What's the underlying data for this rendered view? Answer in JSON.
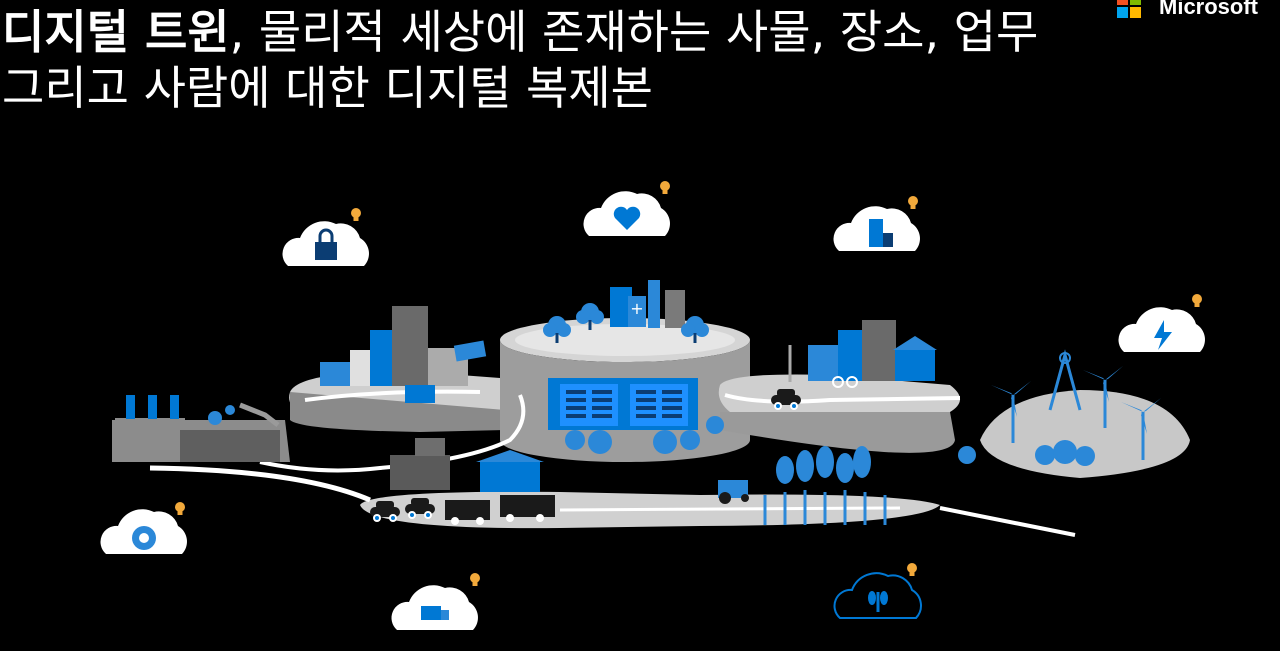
{
  "slide": {
    "title_bold": "디지털 트윈",
    "title_line1_rest": ", 물리적 세상에 존재하는 사물, 장소, 업무",
    "title_line2": "그리고 사람에 대한 디지털 복제본"
  },
  "brand": {
    "name": "Microsoft",
    "colors": [
      "#f25022",
      "#7fba00",
      "#00a4ef",
      "#ffb900"
    ]
  },
  "palette": {
    "accent_blue": "#0078d4",
    "light_blue": "#2b88d8",
    "gray_dark": "#6e6e6e",
    "gray_light": "#d2d2d2",
    "bulb": "#f2a93b"
  },
  "cloud_icons": [
    "security-cloud",
    "heart-cloud",
    "building-cloud",
    "lightning-cloud",
    "maintenance-cloud",
    "delivery-truck-cloud",
    "agriculture-cloud"
  ]
}
